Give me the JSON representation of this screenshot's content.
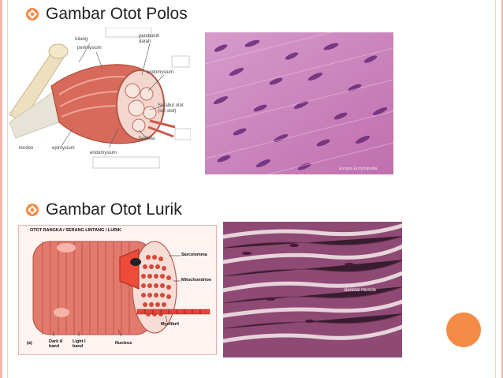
{
  "slide": {
    "item1": {
      "text": "Gambar Otot Polos",
      "bullet_icon": "diamond-bullet-icon"
    },
    "item2": {
      "text": "Gambar Otot Lurik",
      "bullet_icon": "diamond-bullet-icon"
    }
  },
  "smooth_diagram": {
    "labels": {
      "tulang": "tulang",
      "perimysium": "perimysium",
      "pembuluh_darah": "pembuluh darah",
      "endomysium_top": "endomysium",
      "serabut_otot": "Serabut otot (sel otot)",
      "fasikula": "fasikula",
      "tendon": "tendon",
      "epimysium": "epimysium",
      "endomysium_bottom": "endomysium"
    }
  },
  "smooth_micro": {
    "watermark": "Encarta Encyclopedia"
  },
  "striated_diagram": {
    "title": "OTOT RANGKA / SERANG LINTANG / LURIK",
    "labels": {
      "sarcolemma": "Sarcolemma",
      "mitochondrion": "Mitochondrion",
      "myofibril": "Myofibril",
      "nucleus": "Nucleus",
      "panel_letter": "(a)",
      "dark_band": "Dark A band",
      "light_band": "Light I band"
    }
  },
  "striated_micro": {
    "caption": "skeletal muscle"
  },
  "colors": {
    "frame": "#f1b8a8",
    "bullet": "#f48b46",
    "accent_circle": "#f48b46"
  }
}
